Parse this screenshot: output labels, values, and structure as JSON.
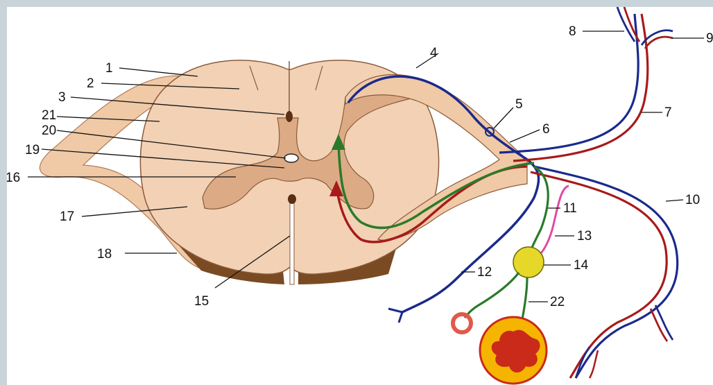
{
  "diagram": {
    "colors": {
      "background_frame": "#c9d3da",
      "white_matter": "#f2d1b5",
      "gray_matter": "#dcab85",
      "root": "#c88f62",
      "root_dark": "#5a2e12",
      "motor": "#1a2a8c",
      "sensory": "#a81a1a",
      "autonomic": "#2a7a2a",
      "pink": "#e04aa0",
      "ganglion": "#e6d829",
      "gut_outer": "#f5b400",
      "gut_inner": "#c92a1a"
    },
    "labels": [
      {
        "id": "1",
        "text": "1"
      },
      {
        "id": "2",
        "text": "2"
      },
      {
        "id": "3",
        "text": "3"
      },
      {
        "id": "4",
        "text": "4"
      },
      {
        "id": "5",
        "text": "5"
      },
      {
        "id": "6",
        "text": "6"
      },
      {
        "id": "7",
        "text": "7"
      },
      {
        "id": "8",
        "text": "8"
      },
      {
        "id": "9",
        "text": "9"
      },
      {
        "id": "10",
        "text": "10"
      },
      {
        "id": "11",
        "text": "11"
      },
      {
        "id": "12",
        "text": "12"
      },
      {
        "id": "13",
        "text": "13"
      },
      {
        "id": "14",
        "text": "14"
      },
      {
        "id": "15",
        "text": "15"
      },
      {
        "id": "16",
        "text": "16"
      },
      {
        "id": "17",
        "text": "17"
      },
      {
        "id": "18",
        "text": "18"
      },
      {
        "id": "19",
        "text": "19"
      },
      {
        "id": "20",
        "text": "20"
      },
      {
        "id": "21",
        "text": "21"
      },
      {
        "id": "22",
        "text": "22"
      }
    ]
  }
}
